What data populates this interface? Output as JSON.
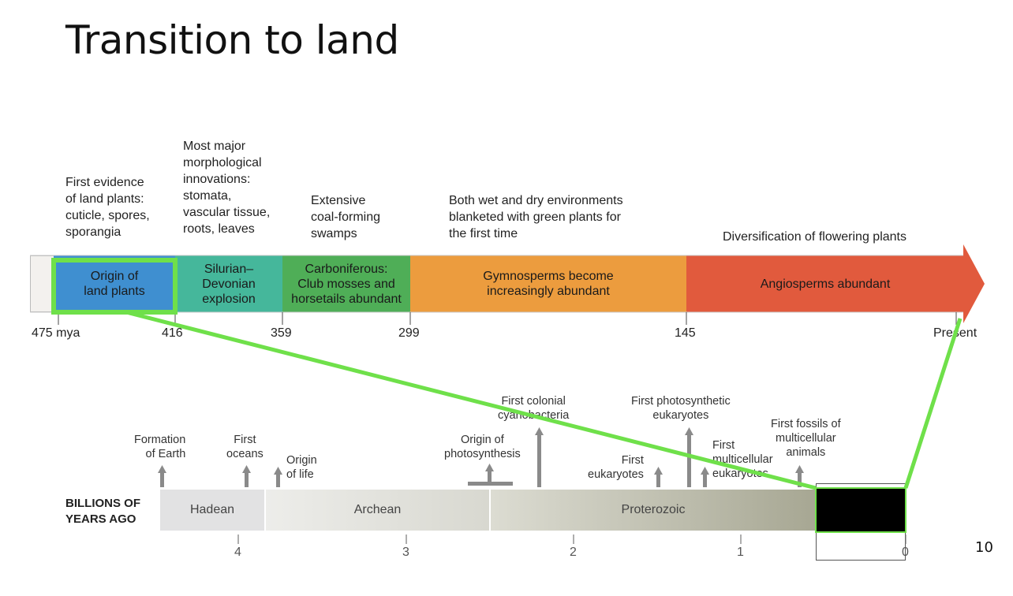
{
  "slide": {
    "title": "Transition to land",
    "page_number": "10"
  },
  "land_timeline": {
    "annotations": [
      {
        "id": "first-evidence",
        "text": "First evidence\nof land plants:\ncuticle, spores,\nsporangia"
      },
      {
        "id": "morphological",
        "text": "Most major\nmorphological\ninnovations:\nstomata,\nvascular tissue,\nroots, leaves"
      },
      {
        "id": "coal-swamps",
        "text": "Extensive\ncoal-forming\nswamps"
      },
      {
        "id": "wet-dry",
        "text": "Both wet and dry environments\nblanketed with green plants for\nthe first time"
      },
      {
        "id": "flowering",
        "text": "Diversification of flowering plants"
      }
    ],
    "bands": [
      {
        "id": "origin",
        "label": "Origin of\nland plants",
        "color": "#3f8fd0"
      },
      {
        "id": "silurian",
        "label": "Silurian–\nDevonian\nexplosion",
        "color": "#45b79b"
      },
      {
        "id": "carboniferous",
        "label": "Carboniferous:\nClub mosses and\nhorsetails abundant",
        "color": "#4fae57"
      },
      {
        "id": "gymnosperms",
        "label": "Gymnosperms become\nincreasingly abundant",
        "color": "#ec9c3e"
      },
      {
        "id": "angiosperms",
        "label": "Angiosperms abundant",
        "color": "#e15a3d"
      }
    ],
    "ticks": [
      "475 mya",
      "416",
      "359",
      "299",
      "145",
      "Present"
    ]
  },
  "earth_timeline": {
    "axis_title": "BILLIONS OF\nYEARS AGO",
    "eons": [
      {
        "id": "hadean",
        "label": "Hadean"
      },
      {
        "id": "archean",
        "label": "Archean"
      },
      {
        "id": "proterozoic",
        "label": "Proterozoic"
      }
    ],
    "ticks": [
      "4",
      "3",
      "2",
      "1",
      "0"
    ],
    "events": [
      {
        "id": "formation-earth",
        "text": "Formation\nof Earth"
      },
      {
        "id": "first-oceans",
        "text": "First\noceans"
      },
      {
        "id": "origin-life",
        "text": "Origin\nof life"
      },
      {
        "id": "origin-photosynthesis",
        "text": "Origin of\nphotosynthesis"
      },
      {
        "id": "colonial-cyano",
        "text": "First colonial\ncyanobacteria"
      },
      {
        "id": "first-eukaryotes",
        "text": "First\neukaryotes"
      },
      {
        "id": "photosynthetic-euk",
        "text": "First photosynthetic\neukaryotes"
      },
      {
        "id": "multicellular-euk",
        "text": "First\nmulticellular\neukaryotes"
      },
      {
        "id": "multicellular-animals",
        "text": "First fossils of\nmulticellular\nanimals"
      }
    ]
  },
  "colors": {
    "highlight": "#6fe04a",
    "zoom_box": "#000000"
  }
}
